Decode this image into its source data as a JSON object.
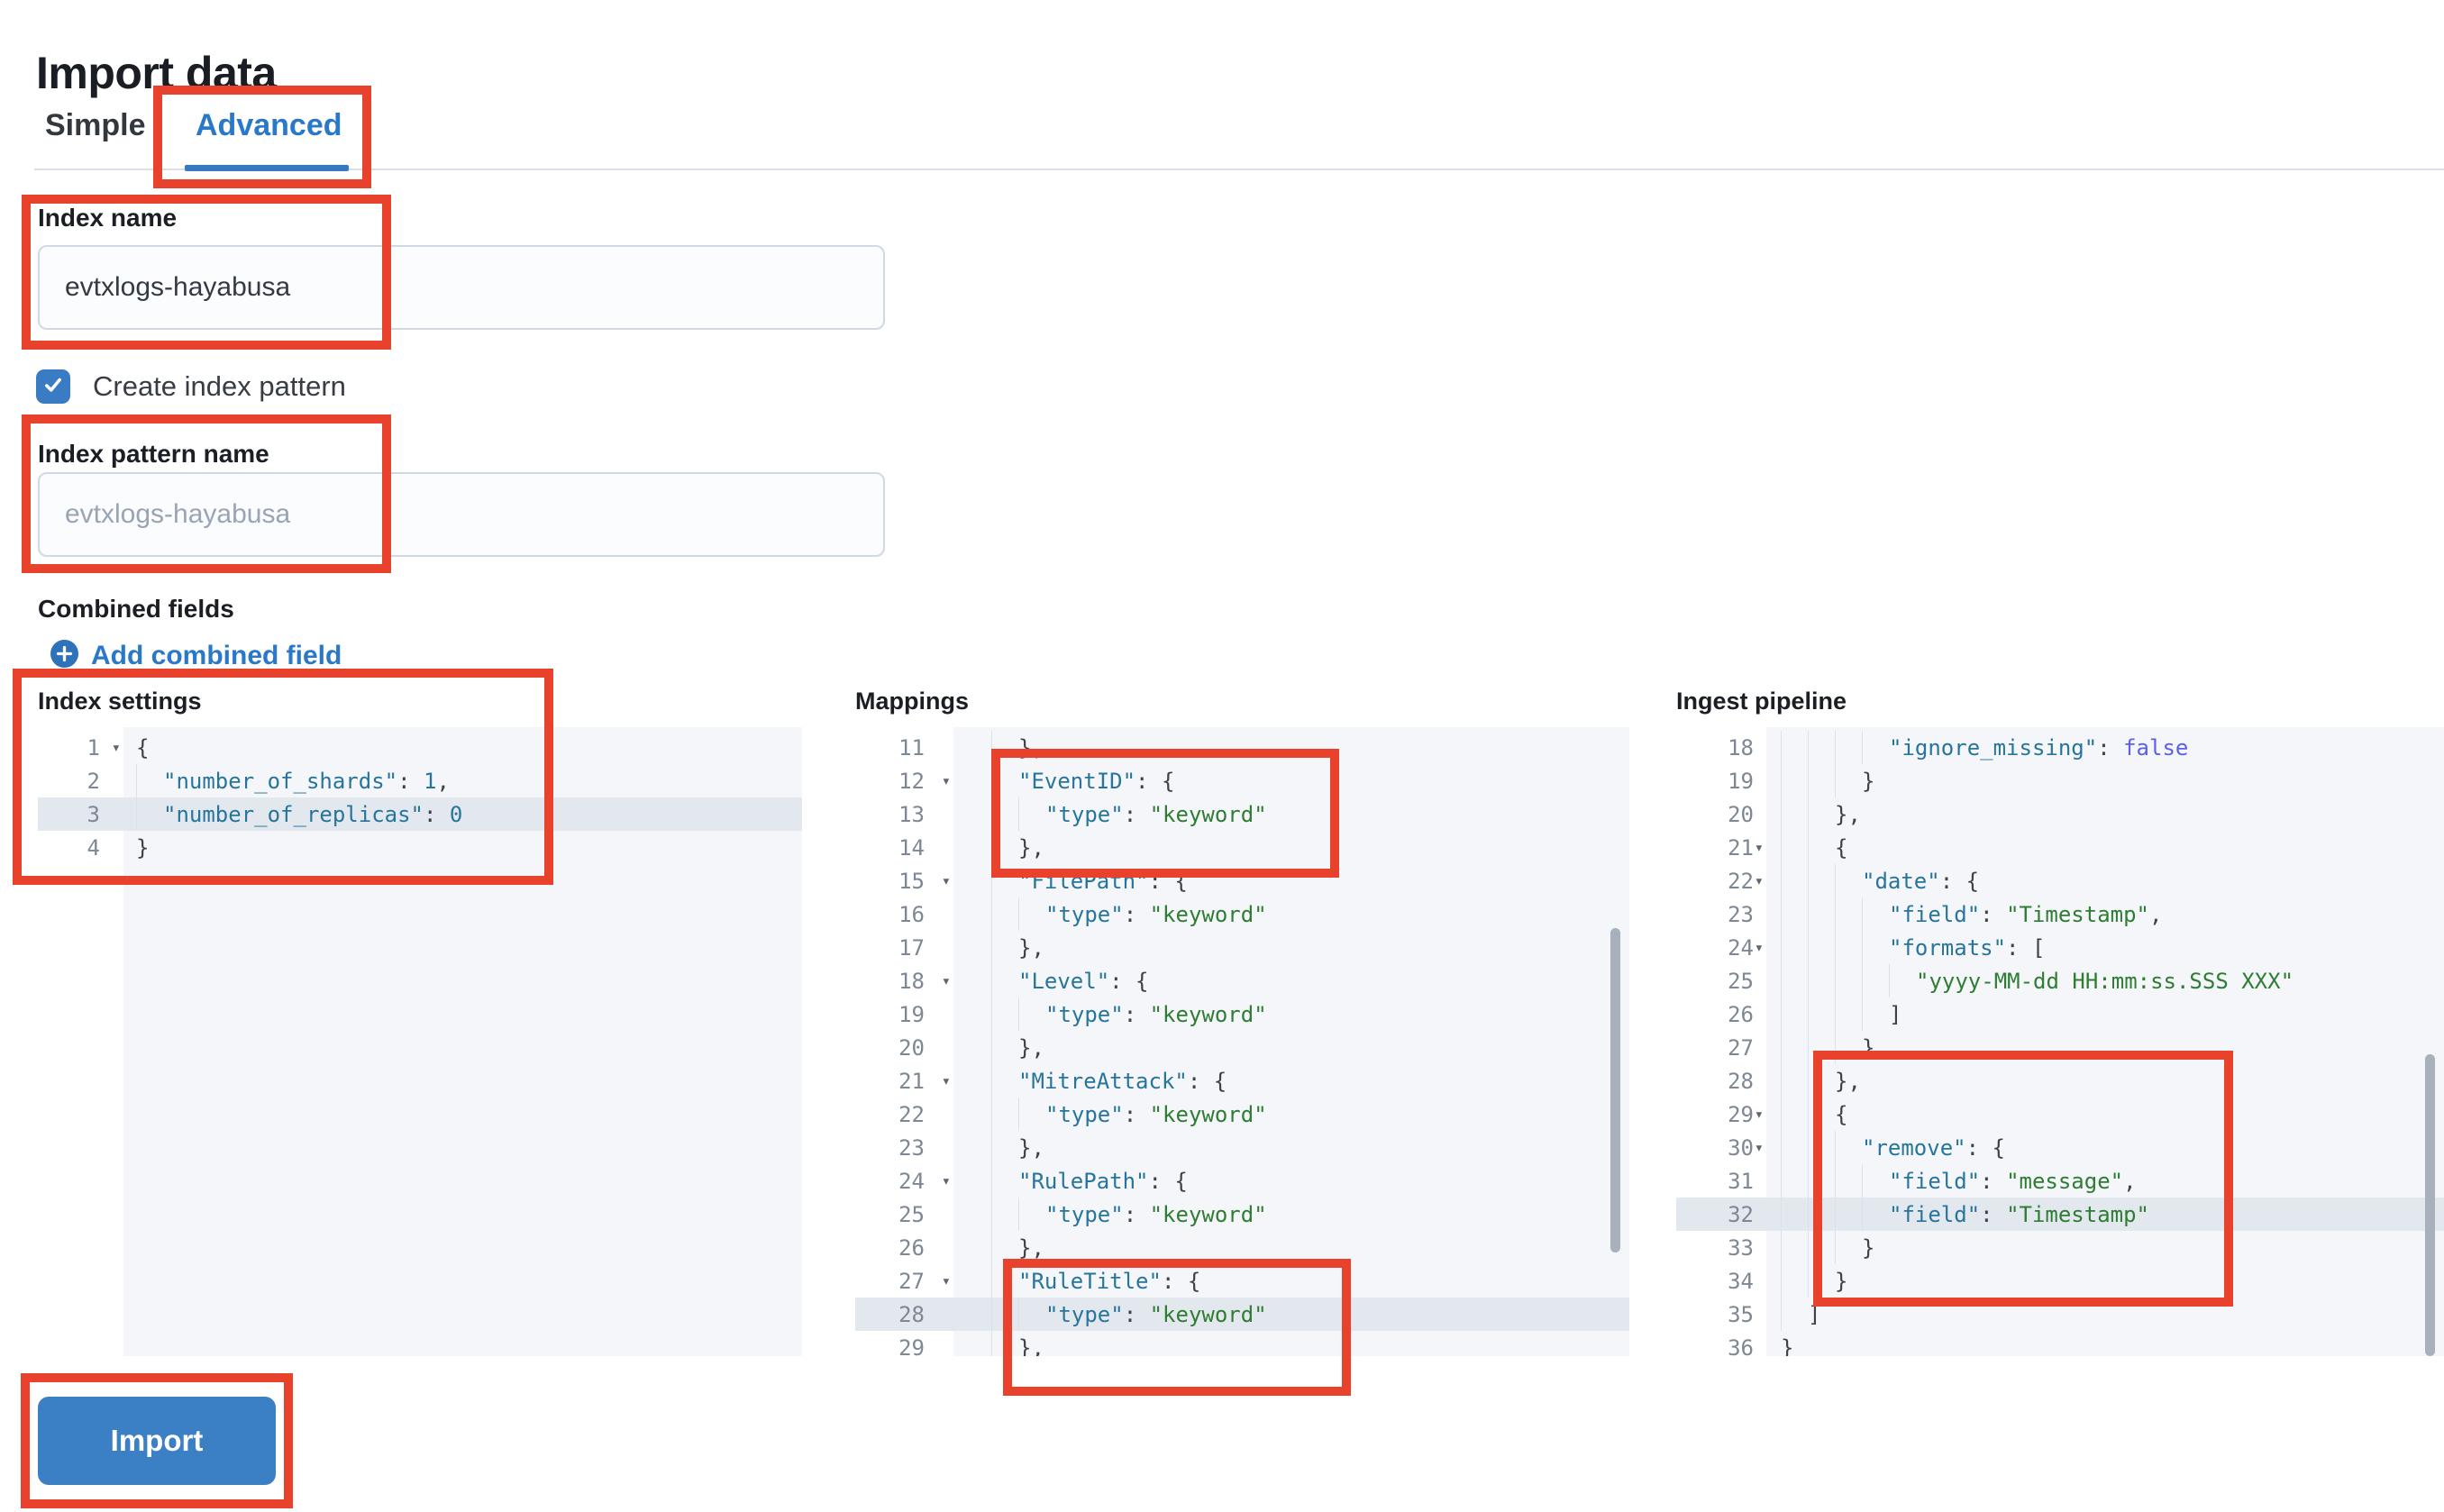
{
  "page": {
    "title": "Import data"
  },
  "tabs": {
    "simple": "Simple",
    "advanced": "Advanced",
    "active": "Advanced"
  },
  "form": {
    "index_name": {
      "label": "Index name",
      "value": "evtxlogs-hayabusa"
    },
    "create_index_pattern": {
      "label": "Create index pattern",
      "checked": true
    },
    "index_pattern_name": {
      "label": "Index pattern name",
      "placeholder": "evtxlogs-hayabusa"
    },
    "combined_fields": {
      "label": "Combined fields",
      "add_link": "Add combined field"
    }
  },
  "editors": [
    {
      "label": "Index settings",
      "first_line": 1,
      "highlighted_line": 3,
      "lines": [
        [
          1,
          1,
          0,
          0,
          [
            [
              "p",
              "{"
            ]
          ]
        ],
        [
          2,
          0,
          1,
          0,
          [
            [
              "k",
              "\"number_of_shards\""
            ],
            [
              "p",
              ": "
            ],
            [
              "n",
              "1"
            ],
            [
              "p",
              ","
            ]
          ]
        ],
        [
          3,
          0,
          1,
          1,
          [
            [
              "k",
              "\"number_of_replicas\""
            ],
            [
              "p",
              ": "
            ],
            [
              "n",
              "0"
            ]
          ]
        ],
        [
          4,
          0,
          0,
          0,
          [
            [
              "p",
              "}"
            ]
          ]
        ]
      ]
    },
    {
      "label": "Mappings",
      "first_line": 11,
      "highlighted_line": 28,
      "lines": [
        [
          11,
          0,
          1,
          0,
          [
            [
              "p",
              "},"
            ]
          ]
        ],
        [
          12,
          1,
          1,
          0,
          [
            [
              "k",
              "\"EventID\""
            ],
            [
              "p",
              ": {"
            ]
          ]
        ],
        [
          13,
          0,
          2,
          0,
          [
            [
              "k",
              "\"type\""
            ],
            [
              "p",
              ": "
            ],
            [
              "s",
              "\"keyword\""
            ]
          ]
        ],
        [
          14,
          0,
          1,
          0,
          [
            [
              "p",
              "},"
            ]
          ]
        ],
        [
          15,
          1,
          1,
          0,
          [
            [
              "k",
              "\"FilePath\""
            ],
            [
              "p",
              ": {"
            ]
          ]
        ],
        [
          16,
          0,
          2,
          0,
          [
            [
              "k",
              "\"type\""
            ],
            [
              "p",
              ": "
            ],
            [
              "s",
              "\"keyword\""
            ]
          ]
        ],
        [
          17,
          0,
          1,
          0,
          [
            [
              "p",
              "},"
            ]
          ]
        ],
        [
          18,
          1,
          1,
          0,
          [
            [
              "k",
              "\"Level\""
            ],
            [
              "p",
              ": {"
            ]
          ]
        ],
        [
          19,
          0,
          2,
          0,
          [
            [
              "k",
              "\"type\""
            ],
            [
              "p",
              ": "
            ],
            [
              "s",
              "\"keyword\""
            ]
          ]
        ],
        [
          20,
          0,
          1,
          0,
          [
            [
              "p",
              "},"
            ]
          ]
        ],
        [
          21,
          1,
          1,
          0,
          [
            [
              "k",
              "\"MitreAttack\""
            ],
            [
              "p",
              ": {"
            ]
          ]
        ],
        [
          22,
          0,
          2,
          0,
          [
            [
              "k",
              "\"type\""
            ],
            [
              "p",
              ": "
            ],
            [
              "s",
              "\"keyword\""
            ]
          ]
        ],
        [
          23,
          0,
          1,
          0,
          [
            [
              "p",
              "},"
            ]
          ]
        ],
        [
          24,
          1,
          1,
          0,
          [
            [
              "k",
              "\"RulePath\""
            ],
            [
              "p",
              ": {"
            ]
          ]
        ],
        [
          25,
          0,
          2,
          0,
          [
            [
              "k",
              "\"type\""
            ],
            [
              "p",
              ": "
            ],
            [
              "s",
              "\"keyword\""
            ]
          ]
        ],
        [
          26,
          0,
          1,
          0,
          [
            [
              "p",
              "},"
            ]
          ]
        ],
        [
          27,
          1,
          1,
          0,
          [
            [
              "k",
              "\"RuleTitle\""
            ],
            [
              "p",
              ": {"
            ]
          ]
        ],
        [
          28,
          0,
          2,
          1,
          [
            [
              "k",
              "\"type\""
            ],
            [
              "p",
              ": "
            ],
            [
              "s",
              "\"keyword\""
            ]
          ]
        ],
        [
          29,
          0,
          1,
          0,
          [
            [
              "p",
              "},"
            ]
          ]
        ]
      ]
    },
    {
      "label": "Ingest pipeline",
      "first_line": 18,
      "highlighted_line": 32,
      "lines": [
        [
          18,
          0,
          4,
          0,
          [
            [
              "k",
              "\"ignore_missing\""
            ],
            [
              "p",
              ": "
            ],
            [
              "b",
              "false"
            ]
          ]
        ],
        [
          19,
          0,
          3,
          0,
          [
            [
              "p",
              "}"
            ]
          ]
        ],
        [
          20,
          0,
          2,
          0,
          [
            [
              "p",
              "},"
            ]
          ]
        ],
        [
          21,
          1,
          2,
          0,
          [
            [
              "p",
              "{"
            ]
          ]
        ],
        [
          22,
          1,
          3,
          0,
          [
            [
              "k",
              "\"date\""
            ],
            [
              "p",
              ": {"
            ]
          ]
        ],
        [
          23,
          0,
          4,
          0,
          [
            [
              "k",
              "\"field\""
            ],
            [
              "p",
              ": "
            ],
            [
              "s",
              "\"Timestamp\""
            ],
            [
              "p",
              ","
            ]
          ]
        ],
        [
          24,
          1,
          4,
          0,
          [
            [
              "k",
              "\"formats\""
            ],
            [
              "p",
              ": ["
            ]
          ]
        ],
        [
          25,
          0,
          5,
          0,
          [
            [
              "s",
              "\"yyyy-MM-dd HH:mm:ss.SSS XXX\""
            ]
          ]
        ],
        [
          26,
          0,
          4,
          0,
          [
            [
              "p",
              "]"
            ]
          ]
        ],
        [
          27,
          0,
          3,
          0,
          [
            [
              "p",
              "}"
            ]
          ]
        ],
        [
          28,
          0,
          2,
          0,
          [
            [
              "p",
              "},"
            ]
          ]
        ],
        [
          29,
          1,
          2,
          0,
          [
            [
              "p",
              "{"
            ]
          ]
        ],
        [
          30,
          1,
          3,
          0,
          [
            [
              "k",
              "\"remove\""
            ],
            [
              "p",
              ": {"
            ]
          ]
        ],
        [
          31,
          0,
          4,
          0,
          [
            [
              "k",
              "\"field\""
            ],
            [
              "p",
              ": "
            ],
            [
              "s",
              "\"message\""
            ],
            [
              "p",
              ","
            ]
          ]
        ],
        [
          32,
          0,
          4,
          1,
          [
            [
              "k",
              "\"field\""
            ],
            [
              "p",
              ": "
            ],
            [
              "s",
              "\"Timestamp\""
            ]
          ]
        ],
        [
          33,
          0,
          3,
          0,
          [
            [
              "p",
              "}"
            ]
          ]
        ],
        [
          34,
          0,
          2,
          0,
          [
            [
              "p",
              "}"
            ]
          ]
        ],
        [
          35,
          0,
          1,
          0,
          [
            [
              "p",
              "]"
            ]
          ]
        ],
        [
          36,
          0,
          0,
          0,
          [
            [
              "p",
              "}"
            ]
          ]
        ]
      ]
    }
  ],
  "import_button": {
    "label": "Import"
  },
  "colors": {
    "accent_blue": "#2a78c8",
    "button_blue": "#3b7fc4",
    "annotation_red": "#e8422c",
    "code_key": "#27759c",
    "code_string": "#2e7d33",
    "code_bool": "#5d5fe8",
    "editor_bg": "#f4f6f9",
    "highlight_row": "#e3e7ee"
  }
}
